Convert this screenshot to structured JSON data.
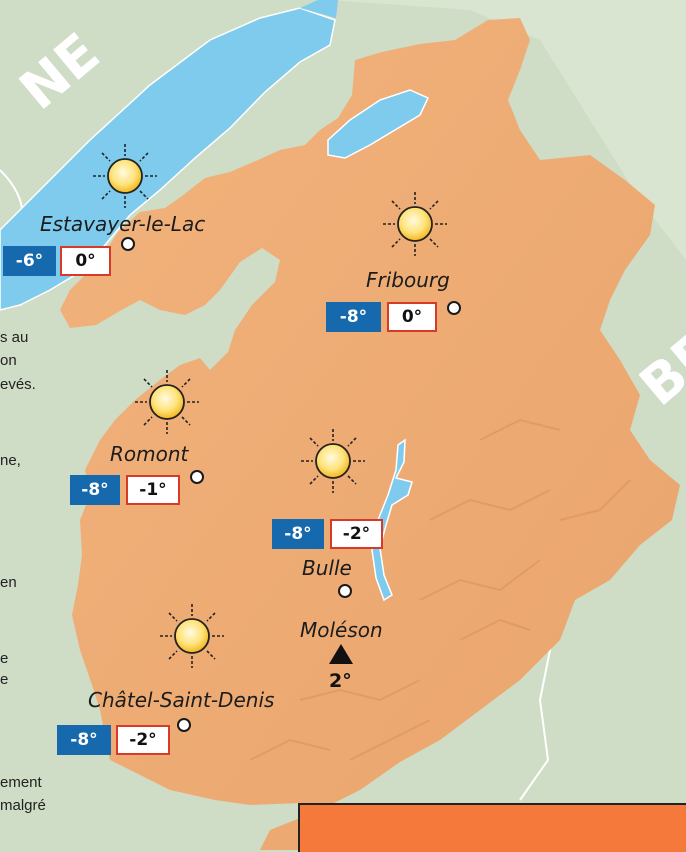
{
  "map": {
    "colors": {
      "background": "#cfdcc6",
      "canton": "#f2b37c",
      "lake": "#7fcbee",
      "min_badge": "#1769ad",
      "max_border": "#d83a2a",
      "footer_box": "#f4793a"
    },
    "canton_labels": [
      "NE",
      "BE"
    ],
    "side_text": [
      "s au",
      "on",
      "evés.",
      "ne,",
      "en",
      "e",
      "e",
      "ement",
      "malgré"
    ],
    "locations": [
      {
        "name": "Estavayer-le-Lac",
        "min": "-6°",
        "max": "0°",
        "icon": "sun-icon"
      },
      {
        "name": "Fribourg",
        "min": "-8°",
        "max": "0°",
        "icon": "sun-icon"
      },
      {
        "name": "Romont",
        "min": "-8°",
        "max": "-1°",
        "icon": "sun-icon"
      },
      {
        "name": "Bulle",
        "min": "-8°",
        "max": "-2°",
        "icon": "sun-icon"
      },
      {
        "name": "Châtel-Saint-Denis",
        "min": "-8°",
        "max": "-2°",
        "icon": "sun-icon"
      }
    ],
    "peak": {
      "name": "Moléson",
      "temp": "2°",
      "icon": "mountain-peak-icon"
    }
  }
}
